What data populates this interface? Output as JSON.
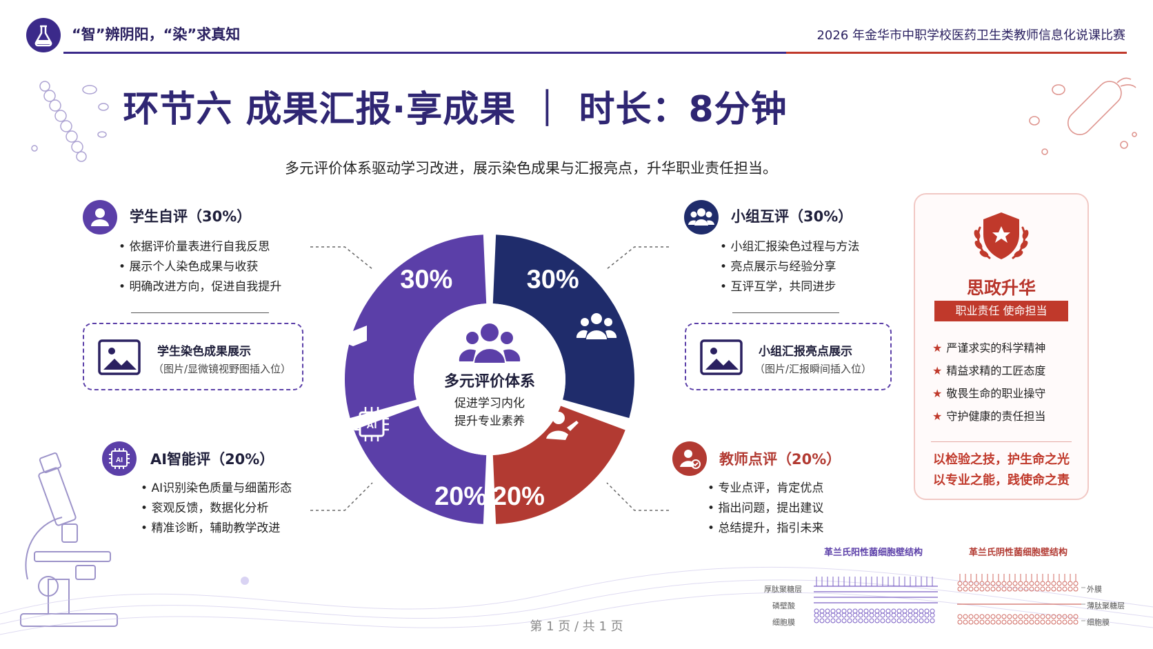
{
  "header": {
    "left_text": "“智”辨阴阳，“染”求真知",
    "right_text": "2026 年金华市中职学校医药卫生类教师信息化说课比赛"
  },
  "title": "环节六 成果汇报·享成果 ｜ 时长：8分钟",
  "subtitle": "多元评价体系驱动学习改进，展示染色成果与汇报亮点，升华职业责任担当。",
  "center": {
    "title": "多元评价体系",
    "line1": "促进学习内化",
    "line2": "提升专业素养"
  },
  "colors": {
    "purple": "#5b3fa8",
    "navy": "#1f2c6b",
    "red": "#b23a32",
    "accent_red": "#c0392b"
  },
  "chart_data": {
    "type": "pie",
    "categories": [
      "小组互评",
      "教师点评",
      "AI智能评",
      "学生自评"
    ],
    "values": [
      30,
      20,
      20,
      30
    ],
    "labels": [
      "30%",
      "20%",
      "20%",
      "30%"
    ],
    "title": ""
  },
  "sections": {
    "self": {
      "title": "学生自评（30%）",
      "bullets": [
        "依据评价量表进行自我反思",
        "展示个人染色成果与收获",
        "明确改进方向，促进自我提升"
      ],
      "ph_title": "学生染色成果展示",
      "ph_note": "（图片/显微镜视野图插入位）"
    },
    "group": {
      "title": "小组互评（30%）",
      "bullets": [
        "小组汇报染色过程与方法",
        "亮点展示与经验分享",
        "互评互学，共同进步"
      ],
      "ph_title": "小组汇报亮点展示",
      "ph_note": "（图片/汇报瞬间插入位）"
    },
    "ai": {
      "title": "AI智能评（20%）",
      "bullets": [
        "AI识别染色质量与细菌形态",
        "衮观反馈，数据化分析",
        "精准诊断，辅助教学改进"
      ]
    },
    "teacher": {
      "title": "教师点评（20%）",
      "bullets": [
        "专业点评，肯定优点",
        "指出问题，提出建议",
        "总结提升，指引未来"
      ]
    }
  },
  "card": {
    "title": "思政升华",
    "band": "职业责任 使命担当",
    "items": [
      "严谨求实的科学精神",
      "精益求精的工匠态度",
      "敬畏生命的职业操守",
      "守护健康的责任担当"
    ],
    "motto1": "以检验之技，护生命之光",
    "motto2": "以专业之能，践使命之责"
  },
  "diagrams": {
    "positive": {
      "title": "革兰氏阳性菌细胞壁结构",
      "labels": [
        "厚肽聚糖层",
        "磷壁酸",
        "细胞膜"
      ]
    },
    "negative": {
      "title": "革兰氏阴性菌细胞壁结构",
      "labels": [
        "外膜",
        "薄肽聚糖层",
        "细胞膜"
      ]
    }
  },
  "footer": "第 1 页 / 共 1 页"
}
